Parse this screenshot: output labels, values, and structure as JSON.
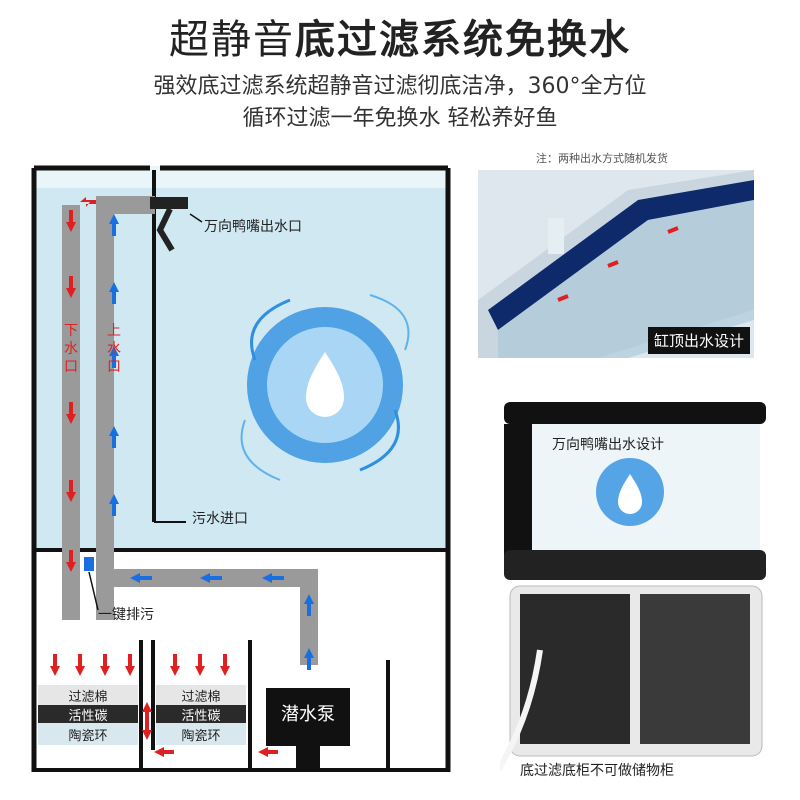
{
  "header": {
    "title_light": "超静音",
    "title_bold": "底过滤系统免换水",
    "subtitle_line1": "强效底过滤系统超静音过滤彻底洁净，360°全方位",
    "subtitle_line2": "循环过滤一年免换水 轻松养好鱼"
  },
  "diagram": {
    "outlet_label": "万向鸭嘴出水口",
    "down_pipe_label": "下水口",
    "up_pipe_label": "上水口",
    "sewage_inlet_label": "污水进口",
    "drain_label": "一键排污",
    "pump_label": "潜水泵",
    "chamber1_media": [
      "过滤棉",
      "活性碳",
      "陶瓷环"
    ],
    "chamber2_media": [
      "过滤棉",
      "活性碳",
      "陶瓷环"
    ]
  },
  "photos": {
    "note": "注：两种出水方式随机发货",
    "top_caption": "缸顶出水设计",
    "cabinet_label": "万向鸭嘴出水设计",
    "bottom_caption": "底过滤底柜不可做储物柜"
  },
  "colors": {
    "water": "#cfe8f2",
    "pipe": "#9a9a9a",
    "down_arrow": "#e02020",
    "up_arrow": "#1a6fe0"
  }
}
